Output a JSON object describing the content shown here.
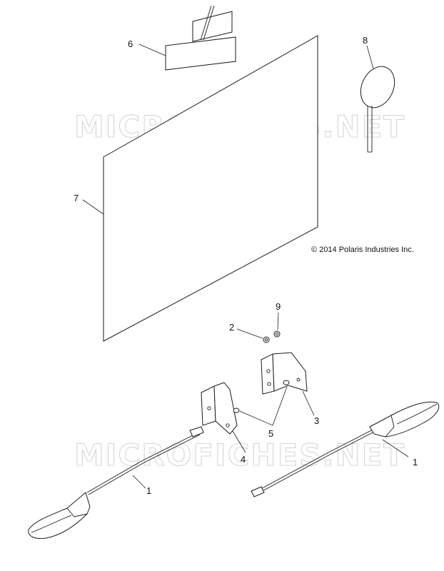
{
  "watermark": {
    "top": "MICROFICHES.NET",
    "bottom": "MICROFICHES.NET"
  },
  "copyright": "© 2014 Polaris Industries Inc.",
  "callouts": {
    "c1_left": "1",
    "c1_right": "1",
    "c2": "2",
    "c3": "3",
    "c4": "4",
    "c5": "5",
    "c6": "6",
    "c7": "7",
    "c8": "8",
    "c9": "9"
  },
  "parts": [
    {
      "id": "1",
      "icon": "turn-signal-lamp-icon"
    },
    {
      "id": "2",
      "icon": "bolt-icon"
    },
    {
      "id": "3",
      "icon": "mounting-bracket-icon"
    },
    {
      "id": "4",
      "icon": "mounting-bracket-icon"
    },
    {
      "id": "5",
      "icon": "screw-icon"
    },
    {
      "id": "6",
      "icon": "decal-icon"
    },
    {
      "id": "7",
      "icon": "sheet-icon"
    },
    {
      "id": "8",
      "icon": "mirror-icon"
    },
    {
      "id": "9",
      "icon": "nut-icon"
    }
  ]
}
